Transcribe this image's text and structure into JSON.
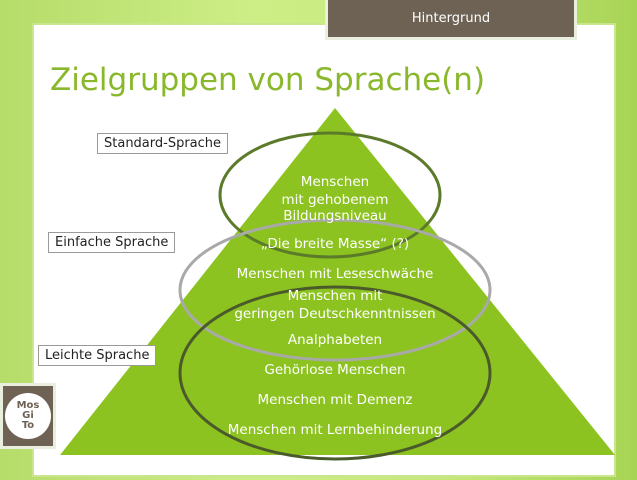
{
  "header": {
    "section_tag": "Hintergrund"
  },
  "slide": {
    "title": "Zielgruppen von Sprache(n)"
  },
  "labels": {
    "standard": "Standard-Sprache",
    "einfach": "Einfache Sprache",
    "leicht": "Leichte Sprache"
  },
  "pyramid": {
    "groups": [
      "Menschen",
      "mit gehobenem",
      "Bildungsniveau",
      "„Die breite Masse“ (?)",
      "Menschen mit Leseschwäche",
      "Menschen mit",
      "geringen Deutschkenntnissen",
      "Analphabeten",
      "Gehörlose Menschen",
      "Menschen mit Demenz",
      "Menschen mit Lernbehinderung"
    ]
  },
  "logo": {
    "line1": "Mos",
    "line2": "Gi",
    "line3": "To"
  },
  "colors": {
    "green": "#8cc320",
    "brown": "#6e6254",
    "title": "#8ab82c"
  }
}
